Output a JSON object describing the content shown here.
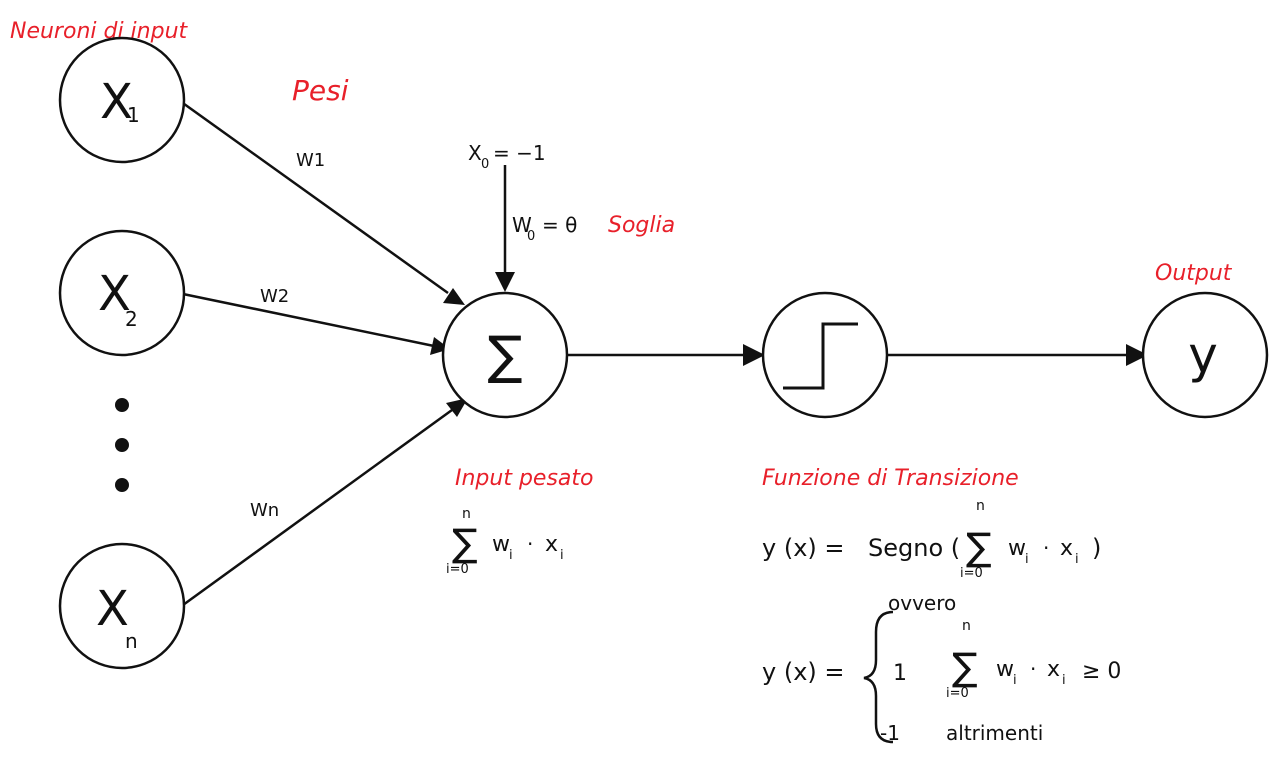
{
  "labels": {
    "input_neurons": "Neuroni di input",
    "weights_title": "Pesi",
    "threshold": "Soglia",
    "output": "Output",
    "weighted_input": "Input pesato",
    "transfer_function": "Funzione di Transizione"
  },
  "nodes": {
    "x1": {
      "base": "X",
      "sub": "1"
    },
    "x2": {
      "base": "X",
      "sub": "2"
    },
    "xn": {
      "base": "X",
      "sub": "n"
    },
    "sum": "∑",
    "output": "y"
  },
  "edges": {
    "w1": "W1",
    "w2": "W2",
    "wn": "Wn"
  },
  "bias": {
    "x0_lhs": "X",
    "x0_sub": "0",
    "x0_rhs": "= −1",
    "w0_lhs": "W",
    "w0_sub": "0",
    "w0_rhs": "= θ"
  },
  "formulas": {
    "sum_sup": "n",
    "sum_sub": "i=0",
    "sum_sign": "∑",
    "w": "w",
    "x": "x",
    "i": "i",
    "dot": "·",
    "y_lhs": "y (x) =",
    "segno": "Segno (",
    "close_paren": ")",
    "ovvero": "ovvero",
    "y_lhs2": "y (x) =",
    "case1_val": "1",
    "case1_cond": "≥ 0",
    "case2_val": "-1",
    "case2_cond": "altrimenti"
  }
}
